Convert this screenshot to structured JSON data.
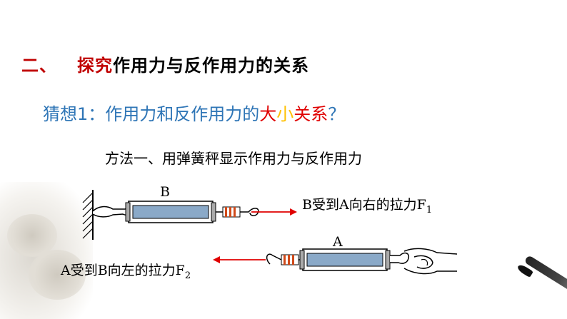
{
  "title": {
    "number": "二、",
    "highlight": "探究",
    "rest": "作用力与反作用力的关系"
  },
  "guess": {
    "prefix": "猜想1：作用力和反作用力的",
    "da": "大",
    "xiao": "小",
    "guanxi": "关系",
    "suffix": "？"
  },
  "method": "方法一、用弹簧秤显示作用力与反作用力",
  "diagram": {
    "label_b": "B",
    "label_a": "A",
    "force1_text": "B受到A向右的拉力F",
    "force1_sub": "1",
    "force2_text": "A受到B向左的拉力F",
    "force2_sub": "2"
  },
  "colors": {
    "red": "#c00000",
    "blue": "#2e75b6",
    "gold": "#ffc000",
    "spring_body": "#8aa9c8"
  }
}
